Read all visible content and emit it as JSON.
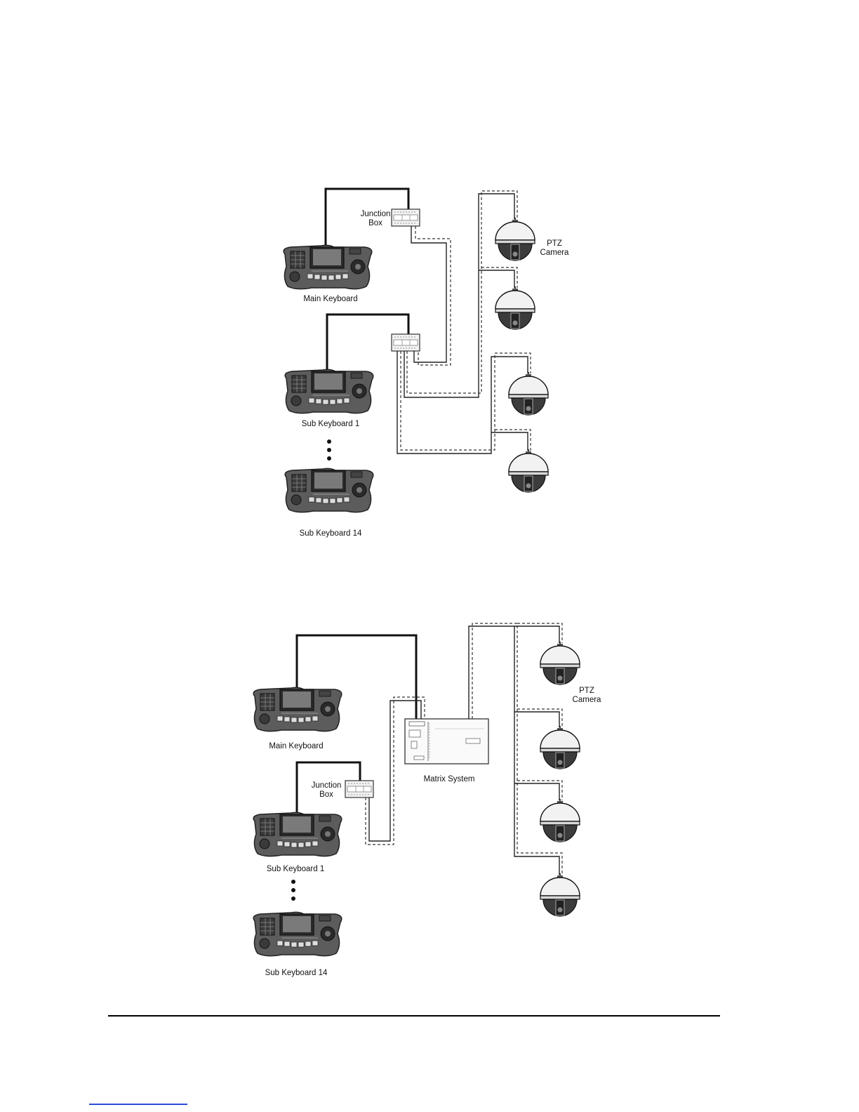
{
  "diagram_top": {
    "labels": {
      "junction_box": [
        "Junction",
        "Box"
      ],
      "ptz_camera": [
        "PTZ",
        "Camera"
      ],
      "main_keyboard": "Main Keyboard",
      "sub_keyboard_1": "Sub Keyboard 1",
      "sub_keyboard_14": "Sub Keyboard 14"
    }
  },
  "diagram_bottom": {
    "labels": {
      "junction_box": [
        "Junction",
        "Box"
      ],
      "ptz_camera": [
        "PTZ",
        "Camera"
      ],
      "main_keyboard": "Main Keyboard",
      "sub_keyboard_1": "Sub Keyboard 1",
      "sub_keyboard_14": "Sub Keyboard 14",
      "matrix_system": "Matrix System"
    }
  },
  "colors": {
    "line": "#111111",
    "keyboard_body": "#5a5a5a",
    "footer_link": "#2b4bd8"
  }
}
